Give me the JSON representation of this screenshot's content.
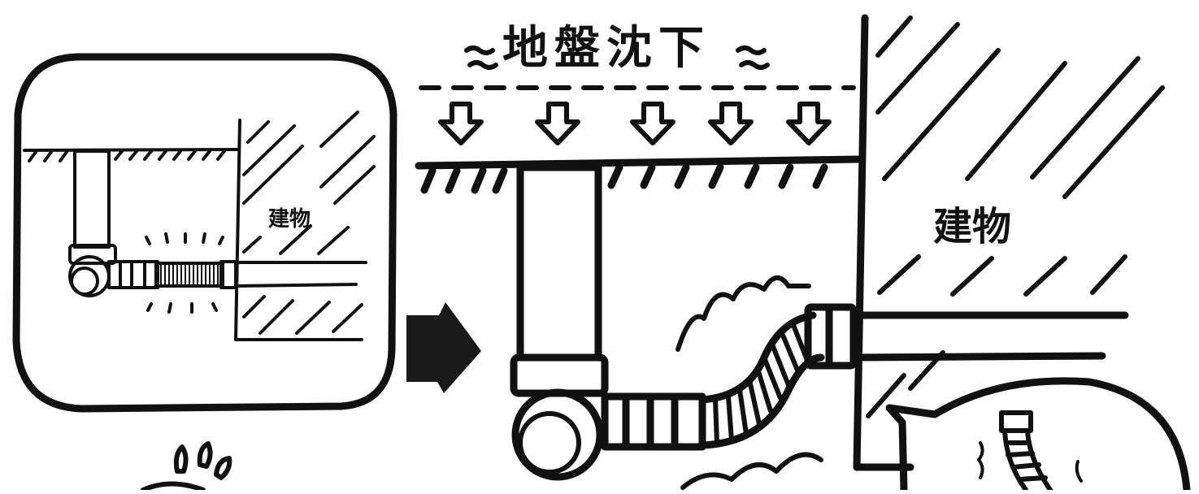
{
  "labels": {
    "title": "地盤沈下",
    "building_small": "建物",
    "building_large": "建物"
  }
}
